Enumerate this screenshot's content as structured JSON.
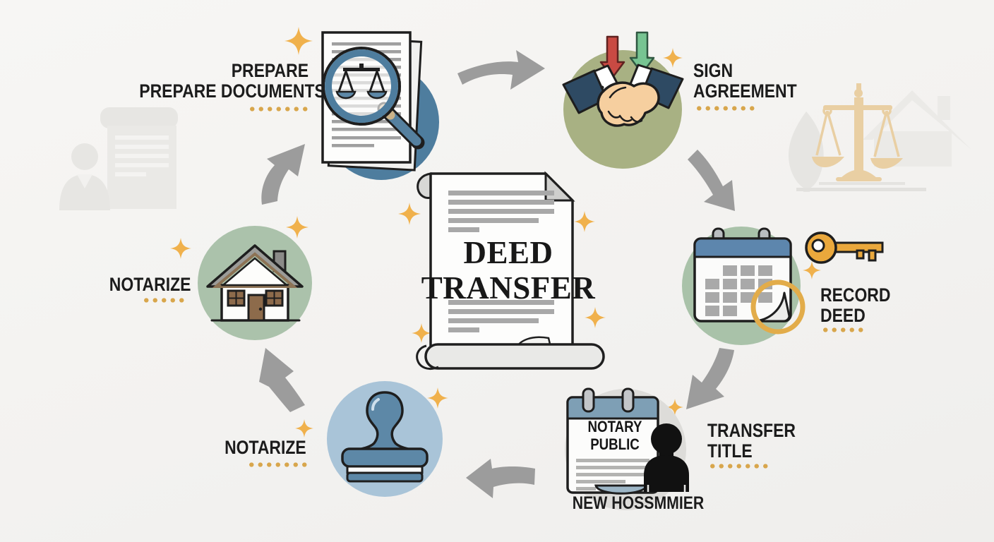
{
  "title": {
    "line1": "DEED",
    "line2": "TRANSFER"
  },
  "steps": {
    "prepare_documents": {
      "label_line1": "PREPARE",
      "label_line2": "PREPARE DOCUMENTS",
      "icon": "document-magnifier-icon"
    },
    "sign_agreement": {
      "label_line1": "SIGN",
      "label_line2": "AGREEMENT",
      "icon": "handshake-icon"
    },
    "record_deed": {
      "label_line1": "RECORD",
      "label_line2": "DEED",
      "icon": "calendar-icon",
      "icon_extra": "key-icon"
    },
    "transfer_title": {
      "label_line1": "TRANSFER",
      "label_line2": "TITLE",
      "caption": "NEW HOSSMMIER",
      "icon": "notepad-person-icon"
    },
    "notarize_stamp": {
      "label": "NOTARIZE",
      "icon": "rubber-stamp-icon"
    },
    "notarize_house": {
      "label": "NOTARIZE",
      "icon": "house-icon"
    }
  },
  "notepad": {
    "line1": "NOTARY",
    "line2": "PUBLIC"
  },
  "watermarks": [
    "lawyer-document-watermark",
    "scales-house-watermark"
  ],
  "colors": {
    "background": "#f3f2f0",
    "accent_gold": "#f0b14c",
    "dotted_gold": "#d8a64c",
    "arrow_gray": "#9c9c9c",
    "steel_blue": "#4e7d9e",
    "stamp_blue": "#5d88a7",
    "olive_green": "#a8b183",
    "sage_green": "#a9c2a9",
    "light_blue": "#a9c4d8",
    "key_gold": "#eaa83c",
    "arrow_red": "#c94a43",
    "arrow_green": "#77c492",
    "text": "#1c1c1c"
  }
}
